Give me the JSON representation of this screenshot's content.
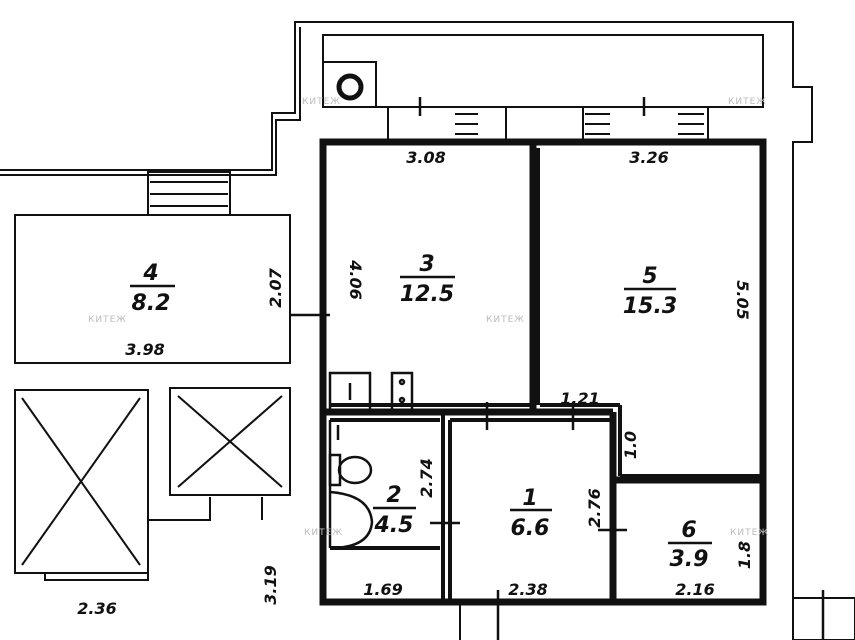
{
  "watermark": "КИТЕЖ",
  "rooms": [
    {
      "number": "1",
      "area": "6.6"
    },
    {
      "number": "2",
      "area": "4.5"
    },
    {
      "number": "3",
      "area": "12.5"
    },
    {
      "number": "4",
      "area": "8.2"
    },
    {
      "number": "5",
      "area": "15.3"
    },
    {
      "number": "6",
      "area": "3.9"
    }
  ],
  "dimensions": {
    "room3_width": "3.08",
    "room5_width": "3.26",
    "room3_height": "4.06",
    "room5_height": "5.05",
    "room4_width": "3.98",
    "room4_height": "2.07",
    "passage_width": "1.21",
    "passage_height": "1.0",
    "bath_height": "2.74",
    "hall_height": "2.76",
    "room6_height": "1.8",
    "bath_width": "1.69",
    "hall_width": "2.38",
    "room6_width": "2.16",
    "stair_width": "2.36",
    "stair_height": "3.19"
  }
}
